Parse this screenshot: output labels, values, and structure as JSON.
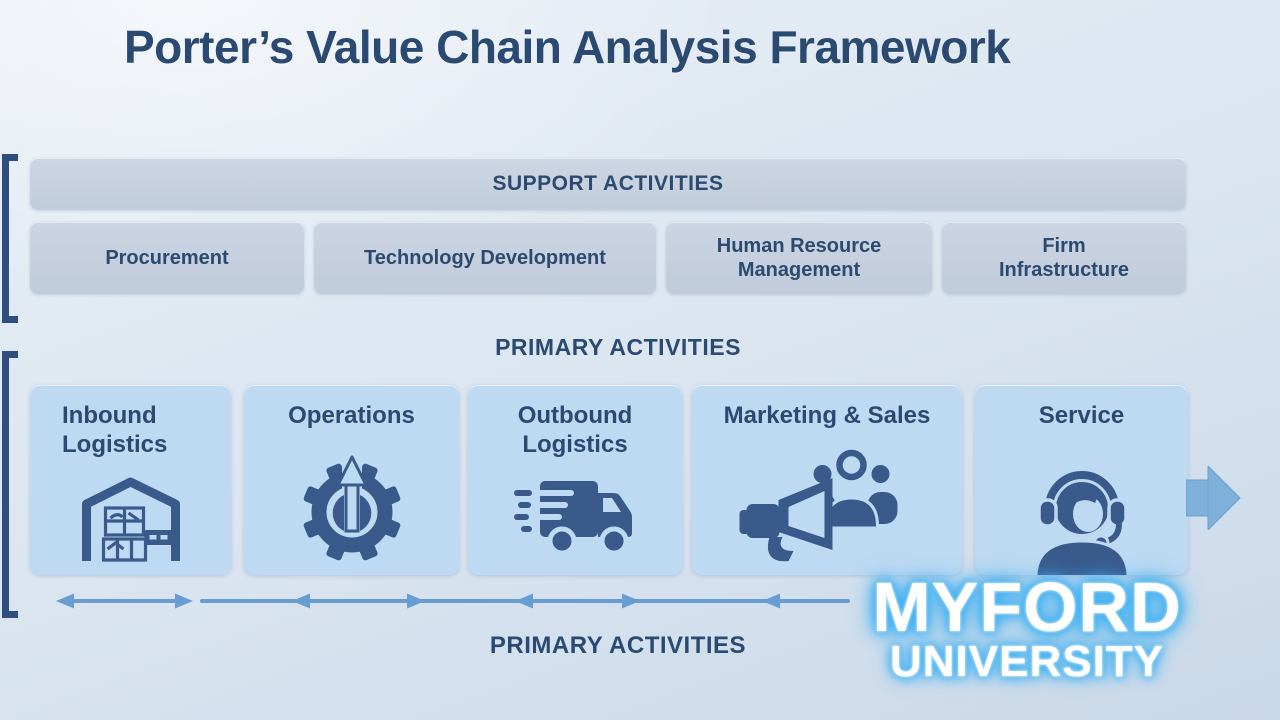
{
  "title": "Porter’s Value Chain Analysis Framework",
  "support": {
    "header": "SUPPORT ACTIVITIES",
    "items": [
      {
        "label": "Procurement"
      },
      {
        "label": "Technology Development"
      },
      {
        "label": "Human Resource Management"
      },
      {
        "label": "Firm Infrastructure"
      }
    ]
  },
  "primary": {
    "top_label": "PRIMARY ACTIVITIES",
    "bottom_label": "PRIMARY ACTIVITIES",
    "items": [
      {
        "label": "Inbound Logistics",
        "icon": "warehouse-icon"
      },
      {
        "label": "Operations",
        "icon": "gear-up-arrow-icon"
      },
      {
        "label": "Outbound Logistics",
        "icon": "delivery-truck-icon"
      },
      {
        "label": "Marketing & Sales",
        "icon": "megaphone-audience-icon"
      },
      {
        "label": "Service",
        "icon": "customer-support-headset-icon"
      }
    ]
  },
  "watermark": {
    "line1": "MYFORD",
    "line2": "UNIVERSITY"
  },
  "colors": {
    "title_text": "#2b4a72",
    "support_box_fill": "#c6d0df",
    "primary_box_fill": "#bed9f2",
    "icon_navy": "#3a5a8c",
    "bracket_navy": "#2e4f7e",
    "bidirectional_arrow_blue": "#689dd2",
    "flow_arrow_blue": "#7fb0da",
    "watermark_glow": "#41b1f1",
    "background_top": "#e9eef6",
    "background_bottom": "#c9d8e9"
  }
}
